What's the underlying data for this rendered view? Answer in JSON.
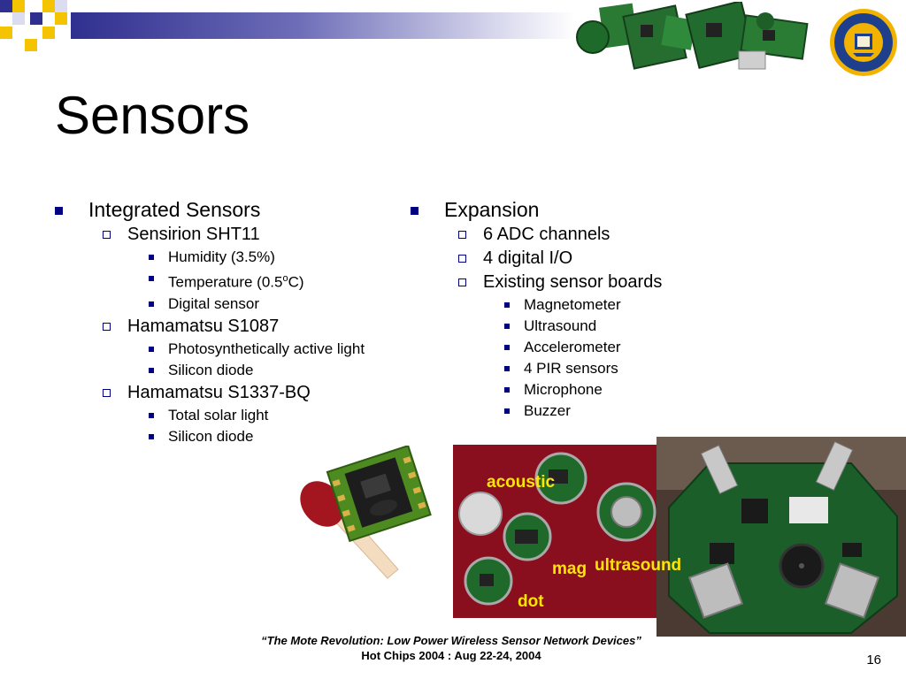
{
  "slide": {
    "title": "Sensors",
    "page_number": "16"
  },
  "left_column": {
    "heading": "Integrated Sensors",
    "groups": [
      {
        "label": "Sensirion SHT11",
        "items": [
          "Humidity (3.5%)",
          "Temperature (0.5",
          "Digital sensor"
        ]
      },
      {
        "label": "Hamamatsu S1087",
        "items": [
          "Photosynthetically active light",
          "Silicon diode"
        ]
      },
      {
        "label": "Hamamatsu S1337-BQ",
        "items": [
          "Total solar light",
          "Silicon diode"
        ]
      }
    ],
    "temperature_superscript": "o",
    "temperature_suffix": "C)"
  },
  "right_column": {
    "heading": "Expansion",
    "items": [
      "6 ADC channels",
      "4 digital I/O",
      "Existing sensor boards"
    ],
    "sensor_boards": [
      "Magnetometer",
      "Ultrasound",
      "Accelerometer",
      "4 PIR sensors",
      "Microphone",
      "Buzzer"
    ]
  },
  "photo_labels": {
    "acoustic": "acoustic",
    "mag": "mag",
    "ultrasound": "ultrasound",
    "dot": "dot"
  },
  "footer": {
    "line1": "“The Mote Revolution: Low Power Wireless Sensor Network Devices”",
    "line2": "Hot Chips 2004 : Aug 22-24, 2004"
  },
  "colors": {
    "bullet": "#000080",
    "label_yellow": "#ffe600",
    "deco_yellow": "#f5c400",
    "deco_navy": "#2f2f8f",
    "pcb_green": "#1f6a2a",
    "felt_red": "#8a0f1e"
  }
}
